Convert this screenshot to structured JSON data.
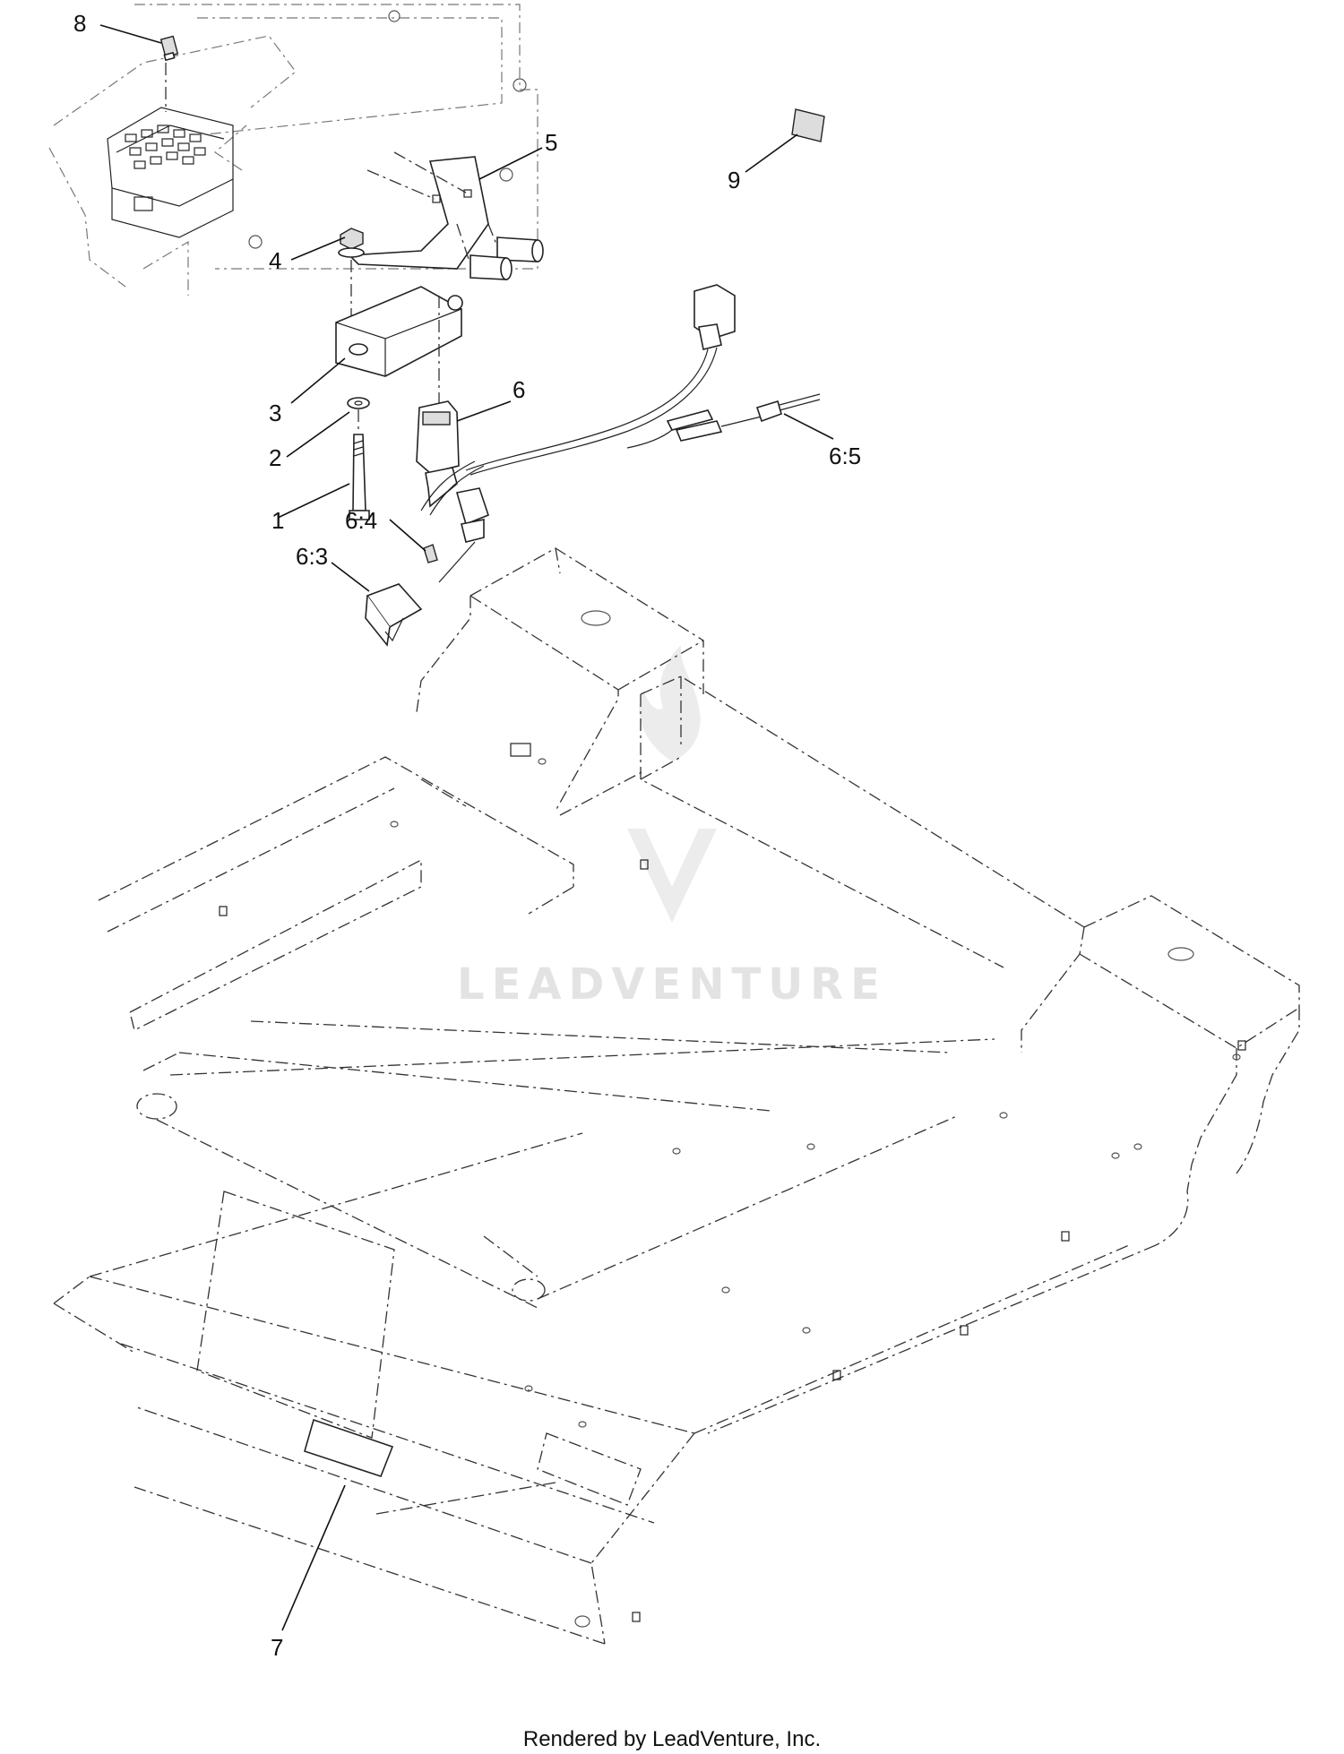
{
  "callouts": {
    "c1": "1",
    "c2": "2",
    "c3": "3",
    "c4": "4",
    "c5": "5",
    "c6": "6",
    "c6_3": "6:3",
    "c6_4": "6:4",
    "c6_5": "6:5",
    "c7": "7",
    "c8": "8",
    "c9": "9"
  },
  "watermark": {
    "text": "LEADVENTURE"
  },
  "footer": {
    "credit": "Rendered by LeadVenture, Inc."
  }
}
